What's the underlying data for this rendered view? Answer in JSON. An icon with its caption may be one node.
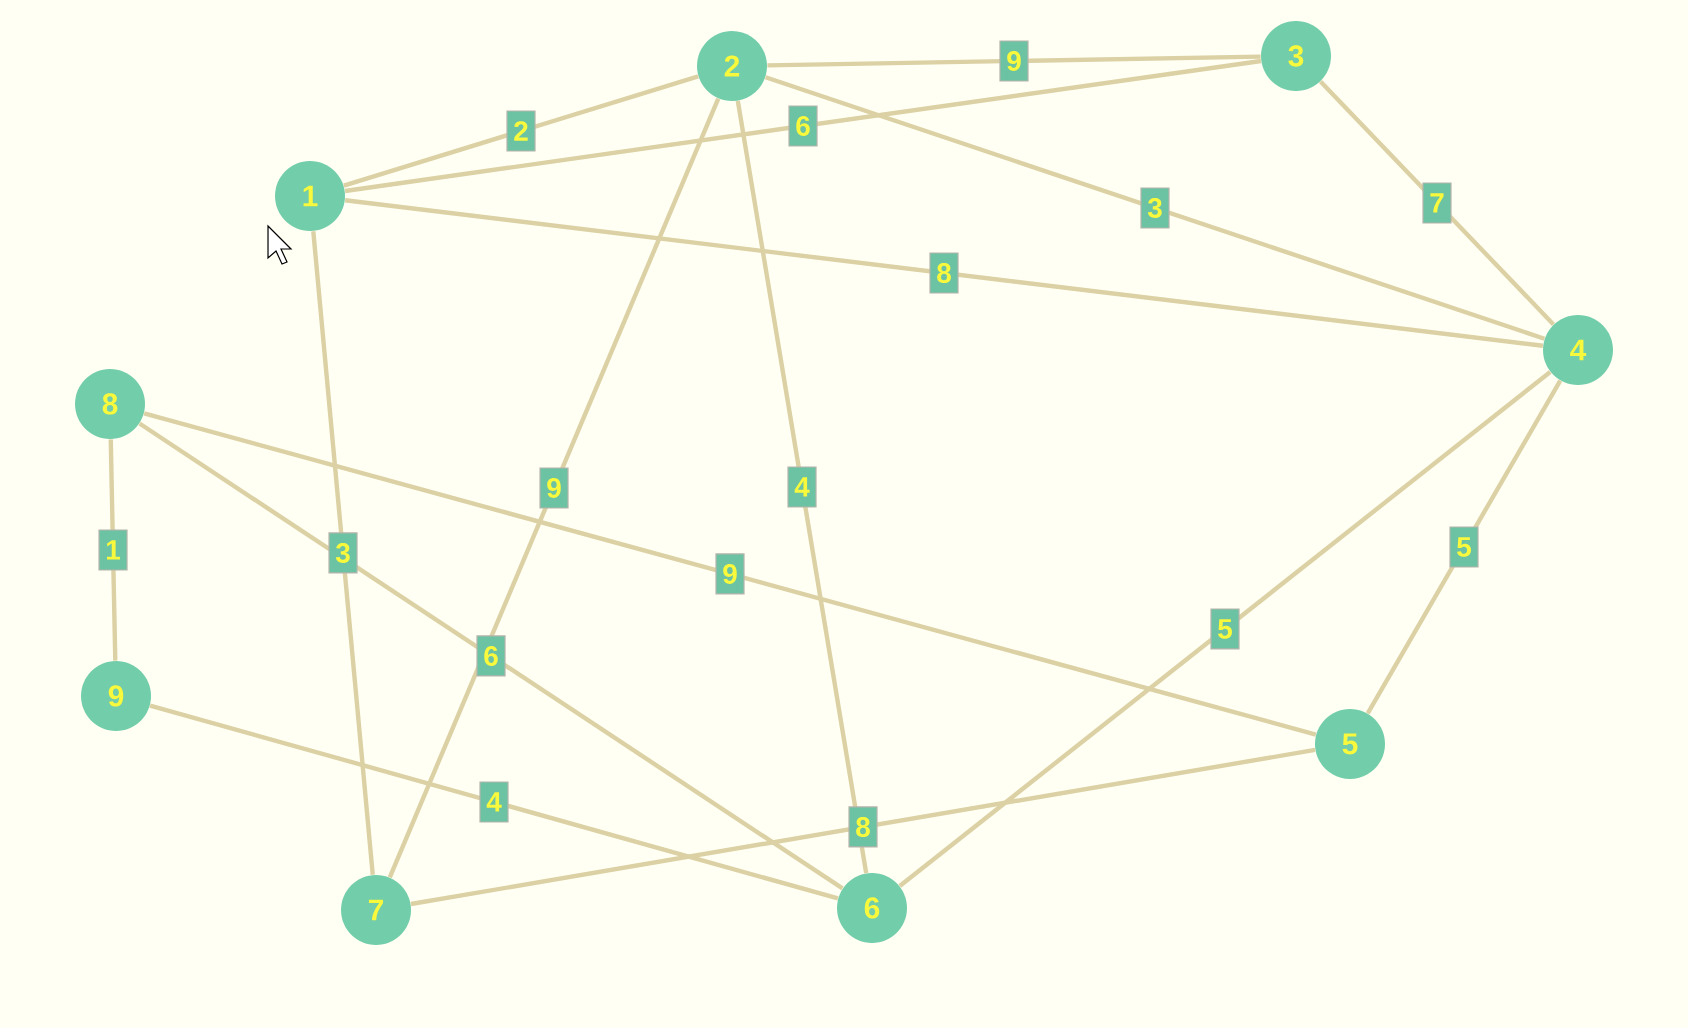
{
  "diagram": {
    "nodes": [
      {
        "text": [
          "1"
        ]
      },
      {
        "text": [
          "2"
        ]
      },
      {
        "text": [
          "3"
        ]
      },
      {
        "text": [
          "4"
        ]
      },
      {
        "text": [
          "5"
        ]
      },
      {
        "text": [
          "6"
        ]
      },
      {
        "text": [
          "7"
        ]
      },
      {
        "text": [
          "8"
        ]
      },
      {
        "text": [
          "9"
        ]
      }
    ],
    "edges": [
      {
        "from": 0,
        "to": 1,
        "arrow": "none",
        "label": "2"
      },
      {
        "from": 0,
        "to": 2,
        "arrow": "none",
        "label": "6"
      },
      {
        "from": 1,
        "to": 2,
        "arrow": "none",
        "label": "9"
      },
      {
        "from": 1,
        "to": 3,
        "arrow": "none",
        "label": "3"
      },
      {
        "from": 0,
        "to": 3,
        "arrow": "none",
        "label": "8"
      },
      {
        "from": 2,
        "to": 3,
        "arrow": "none",
        "label": "7"
      },
      {
        "from": 1,
        "to": 6,
        "arrow": "none",
        "label": "9"
      },
      {
        "from": 1,
        "to": 5,
        "arrow": "none",
        "label": "4"
      },
      {
        "from": 0,
        "to": 6,
        "arrow": "none",
        "label": "3"
      },
      {
        "from": 7,
        "to": 8,
        "arrow": "none",
        "label": "1"
      },
      {
        "from": 7,
        "to": 5,
        "arrow": "none",
        "label": "6"
      },
      {
        "from": 7,
        "to": 4,
        "arrow": "none",
        "label": "9"
      },
      {
        "from": 8,
        "to": 5,
        "arrow": "none",
        "label": "4"
      },
      {
        "from": 6,
        "to": 4,
        "arrow": "none",
        "label": "8"
      },
      {
        "from": 3,
        "to": 5,
        "arrow": "none",
        "label": "5"
      },
      {
        "from": 3,
        "to": 4,
        "arrow": "none",
        "label": "5"
      }
    ]
  }
}
